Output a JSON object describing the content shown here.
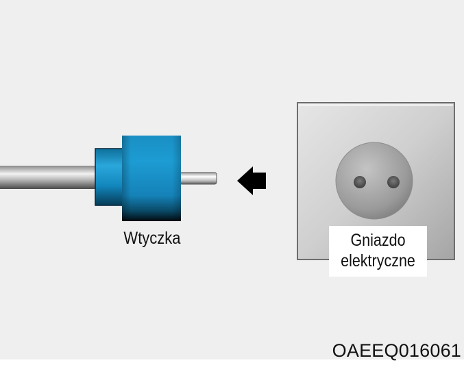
{
  "plug": {
    "label": "Wtyczka",
    "body_color": "#1591c7"
  },
  "socket": {
    "label_line1": "Gniazdo",
    "label_line2": "elektryczne",
    "face_color": "#d7d7d7"
  },
  "direction_arrow": {
    "icon": "arrow-left-icon",
    "color": "#000000"
  },
  "figure_code": "OAEEQ016061"
}
